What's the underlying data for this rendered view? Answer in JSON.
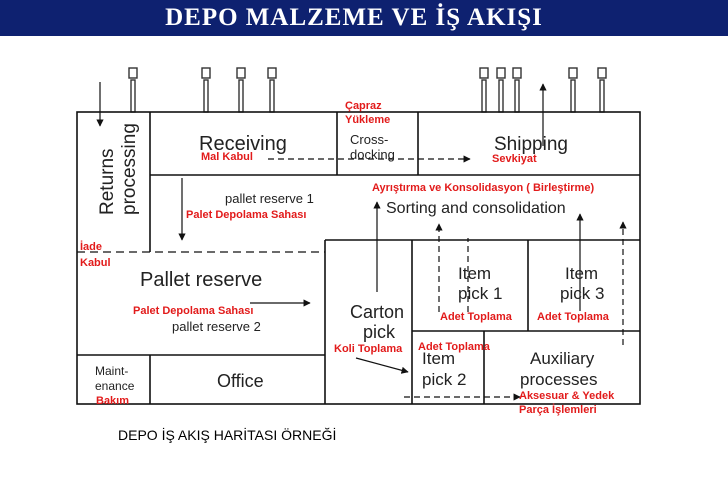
{
  "header": {
    "title": "DEPO MALZEME  VE İŞ  AKIŞI"
  },
  "diagram": {
    "areas": {
      "returns": [
        "Returns",
        "processing"
      ],
      "receiving": "Receiving",
      "cross_docking": [
        "Cross-",
        "docking"
      ],
      "shipping": "Shipping",
      "pallet_reserve_1": "pallet reserve 1",
      "sorting": "Sorting and consolidation",
      "pallet_reserve": "Pallet reserve",
      "pallet_reserve_2": "pallet reserve 2",
      "carton_pick": [
        "Carton",
        "pick"
      ],
      "item_pick_1": [
        "Item",
        "pick 1"
      ],
      "item_pick_3": [
        "Item",
        "pick 3"
      ],
      "item_pick_2": [
        "Item",
        "pick 2"
      ],
      "auxiliary": [
        "Auxiliary",
        "processes"
      ],
      "maintenance": [
        "Maint-",
        "enance"
      ],
      "office": "Office"
    },
    "labels": {
      "capraz": "Çapraz",
      "yukleme": "Yükleme",
      "mal_kabul": "Mal Kabul",
      "sevkiyat": "Sevkiyat",
      "ayristirma": "Ayrıştırma ve Konsolidasyon ( Birleştirme)",
      "palet_depolama_1": "Palet Depolama Sahası",
      "iade": "İade",
      "kabul": "Kabul",
      "palet_depolama_2": "Palet Depolama Sahası",
      "adet_toplama_1": "Adet Toplama",
      "adet_toplama_3": "Adet Toplama",
      "koli_toplama": "Koli Toplama",
      "adet_toplama_2": "Adet Toplama",
      "bakim": "Bakım",
      "aksesuar": "Aksesuar & Yedek",
      "parca": "Parça İşlemleri"
    },
    "caption": "DEPO İŞ AKIŞ HARİTASI ÖRNEĞİ",
    "colors": {
      "header_bg": "#0e2170",
      "label": "#e21b1b",
      "line": "#111111"
    }
  }
}
